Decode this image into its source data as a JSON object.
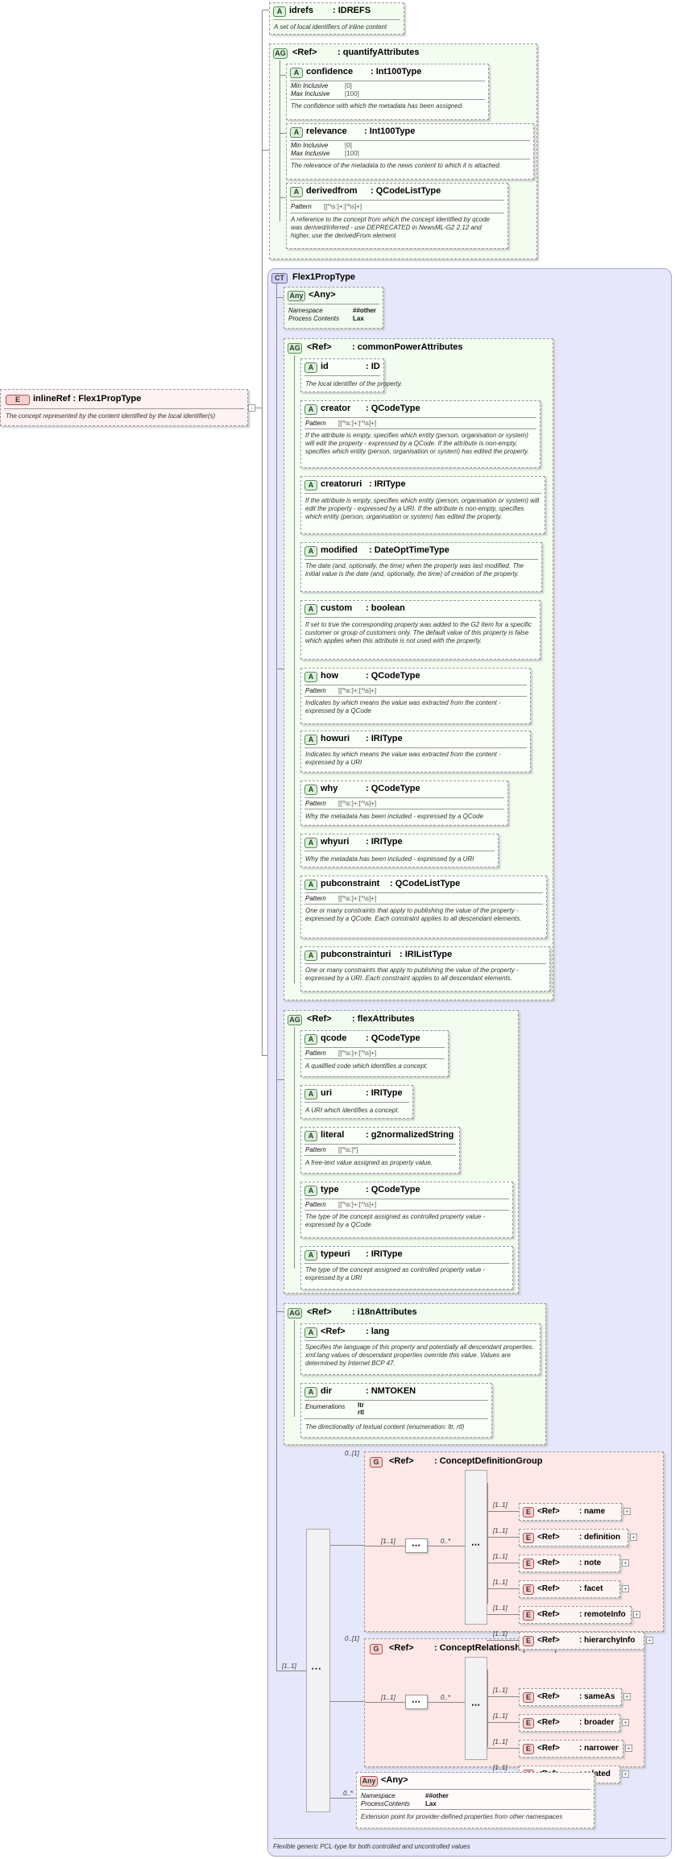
{
  "root": {
    "badge": "E",
    "name": "inlineRef : Flex1PropType",
    "desc": "The concept represented by the content identified by the local identifier(s)"
  },
  "idrefs": {
    "name": "idrefs",
    "type": ": IDREFS",
    "desc": "A set of local identifiers of inline content"
  },
  "quantify": {
    "badge": "AG",
    "ref": "<Ref>",
    "name": ": quantifyAttributes",
    "confidence": {
      "name": "confidence",
      "type": ": Int100Type",
      "f1": "Min Inclusive",
      "v1": "[0]",
      "f2": "Max Inclusive",
      "v2": "[100]",
      "desc": "The confidence with which the metadata has been assigned."
    },
    "relevance": {
      "name": "relevance",
      "type": ": Int100Type",
      "f1": "Min Inclusive",
      "v1": "[0]",
      "f2": "Max Inclusive",
      "v2": "[100]",
      "desc": "The relevance of the metadata to the news content to which it is attached."
    },
    "derivedfrom": {
      "name": "derivedfrom",
      "type": ": QCodeListType",
      "f1": "Pattern",
      "v1": "[[^\\s:]+:[^\\s]+]",
      "desc": "A reference to the concept from which the concept identified by qcode was derived/inferred - use DEPRECATED in NewsML-G2 2.12 and higher, use the derivedFrom element"
    }
  },
  "flex": {
    "badge": "CT",
    "name": "Flex1PropType",
    "desc": "Flexible generic PCL-type for both controlled and uncontrolled values",
    "any": {
      "badge": "Any",
      "name": "<Any>",
      "f1": "Namespace",
      "v1": "##other",
      "f2": "Process Contents",
      "v2": "Lax"
    }
  },
  "cpa": {
    "badge": "AG",
    "ref": "<Ref>",
    "name": ": commonPowerAttributes",
    "id": {
      "name": "id",
      "type": ": ID",
      "desc": "The local identifier of the property."
    },
    "creator": {
      "name": "creator",
      "type": ": QCodeType",
      "f1": "Pattern",
      "v1": "[[^\\s:]+:[^\\s]+]",
      "desc": "If the attribute is empty, specifies which entity (person, organisation or system) will edit the property - expressed by a QCode. If the attribute is non-empty, specifies which entity (person, organisation or system) has edited the property."
    },
    "creatoruri": {
      "name": "creatoruri",
      "type": ": IRIType",
      "desc": "If the attribute is empty, specifies which entity (person, organisation or system) will edit the property - expressed by a URI. If the attribute is non-empty, specifies which entity (person, organisation or system) has edited the property."
    },
    "modified": {
      "name": "modified",
      "type": ": DateOptTimeType",
      "desc": "The date (and, optionally, the time) when the property was last modified. The initial value is the date (and, optionally, the time) of creation of the property."
    },
    "custom": {
      "name": "custom",
      "type": ": boolean",
      "desc": "If set to true the corresponding property was added to the G2 Item for a specific customer or group of customers only. The default value of this property is false which applies when this attribute is not used with the property."
    },
    "how": {
      "name": "how",
      "type": ": QCodeType",
      "f1": "Pattern",
      "v1": "[[^\\s:]+:[^\\s]+]",
      "desc": "Indicates by which means the value was extracted from the content - expressed by a QCode"
    },
    "howuri": {
      "name": "howuri",
      "type": ": IRIType",
      "desc": "Indicates by which means the value was extracted from the content - expressed by a URI"
    },
    "why": {
      "name": "why",
      "type": ": QCodeType",
      "f1": "Pattern",
      "v1": "[[^\\s:]+:[^\\s]+]",
      "desc": "Why the metadata has been included - expressed by a QCode"
    },
    "whyuri": {
      "name": "whyuri",
      "type": ": IRIType",
      "desc": "Why the metadata has been included - expressed by a URI"
    },
    "pubconstraint": {
      "name": "pubconstraint",
      "type": ": QCodeListType",
      "f1": "Pattern",
      "v1": "[[^\\s:]+:[^\\s]+]",
      "desc": "One or many constraints that apply to publishing the value of the property - expressed by a QCode. Each constraint applies to all descendant elements."
    },
    "pubconstrainturi": {
      "name": "pubconstrainturi",
      "type": ": IRIListType",
      "desc": "One or many constraints that apply to publishing the value of the property - expressed by a URI. Each constraint applies to all descendant elements."
    }
  },
  "fa": {
    "badge": "AG",
    "ref": "<Ref>",
    "name": ": flexAttributes",
    "qcode": {
      "name": "qcode",
      "type": ": QCodeType",
      "f1": "Pattern",
      "v1": "[[^\\s:]+:[^\\s]+]",
      "desc": "A qualified code which identifies a concept."
    },
    "uri": {
      "name": "uri",
      "type": ": IRIType",
      "desc": "A URI which identifies a concept."
    },
    "literal": {
      "name": "literal",
      "type": ": g2normalizedString",
      "f1": "Pattern",
      "v1": "[[^\\s:]*]",
      "desc": "A free-text value assigned as property value."
    },
    "type": {
      "name": "type",
      "type": ": QCodeType",
      "f1": "Pattern",
      "v1": "[[^\\s:]+:[^\\s]+]",
      "desc": "The type of the concept assigned as controlled property value - expressed by a QCode"
    },
    "typeuri": {
      "name": "typeuri",
      "type": ": IRIType",
      "desc": "The type of the concept assigned as controlled property value - expressed by a URI"
    }
  },
  "i18n": {
    "badge": "AG",
    "ref": "<Ref>",
    "name": ": i18nAttributes",
    "lang": {
      "ref": "<Ref>",
      "name": ": lang",
      "desc": "Specifies the language of this property and potentially all descendant properties. xml:lang values of descendant properties override this value. Values are determined by Internet BCP 47."
    },
    "dir": {
      "name": "dir",
      "type": ": NMTOKEN",
      "f1": "Enumerations",
      "v1": "ltr",
      "v2": "rtl",
      "desc": "The directionality of textual content (enumeration: ltr, rtl)"
    }
  },
  "cdg": {
    "badge": "G",
    "ref": "<Ref>",
    "name": ": ConceptDefinitionGroup",
    "mult": "0..[1]",
    "seqmult": "[1..1]",
    "choicemult": "0..*",
    "items": [
      {
        "ref": "<Ref>",
        "name": ": name",
        "mult": "[1..1]"
      },
      {
        "ref": "<Ref>",
        "name": ": definition",
        "mult": "[1..1]"
      },
      {
        "ref": "<Ref>",
        "name": ": note",
        "mult": "[1..1]"
      },
      {
        "ref": "<Ref>",
        "name": ": facet",
        "mult": "[1..1]"
      },
      {
        "ref": "<Ref>",
        "name": ": remoteInfo",
        "mult": "[1..1]"
      },
      {
        "ref": "<Ref>",
        "name": ": hierarchyInfo",
        "mult": "[1..1]"
      }
    ]
  },
  "crg": {
    "badge": "G",
    "ref": "<Ref>",
    "name": ": ConceptRelationshipsGroup",
    "mult": "0..[1]",
    "seqmult": "[1..1]",
    "choicemult": "0..*",
    "items": [
      {
        "ref": "<Ref>",
        "name": ": sameAs",
        "mult": "[1..1]"
      },
      {
        "ref": "<Ref>",
        "name": ": broader",
        "mult": "[1..1]"
      },
      {
        "ref": "<Ref>",
        "name": ": narrower",
        "mult": "[1..1]"
      },
      {
        "ref": "<Ref>",
        "name": ": related",
        "mult": "[1..1]"
      }
    ]
  },
  "any2": {
    "badge": "Any",
    "name": "<Any>",
    "f1": "Namespace",
    "v1": "##other",
    "f2": "ProcessContents",
    "v2": "Lax",
    "desc": "Extension point for provider-defined properties from other namespaces",
    "mult": "0..*"
  },
  "mainseq": {
    "mult": "[1..1]"
  },
  "badges": {
    "A": "A",
    "E": "E"
  }
}
